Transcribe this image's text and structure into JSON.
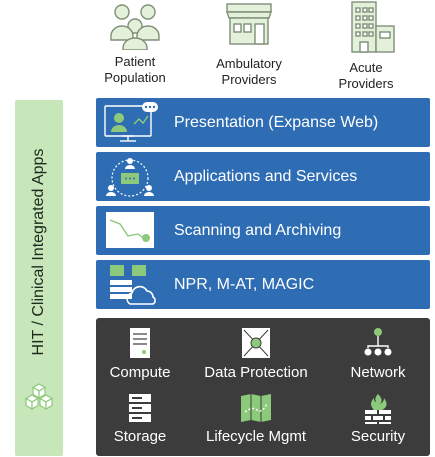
{
  "top": {
    "patient": "Patient\nPopulation",
    "ambulatory": "Ambulatory\nProviders",
    "acute": "Acute\nProviders"
  },
  "sidebar": {
    "label": "HIT / Clinical Integrated Apps"
  },
  "layers": [
    {
      "label": "Presentation (Expanse Web)"
    },
    {
      "label": "Applications and Services"
    },
    {
      "label": "Scanning and Archiving"
    },
    {
      "label": "NPR, M-AT, MAGIC"
    }
  ],
  "infra": {
    "compute": "Compute",
    "data_protection": "Data Protection",
    "network": "Network",
    "storage": "Storage",
    "lifecycle": "Lifecycle Mgmt",
    "security": "Security"
  },
  "colors": {
    "layer_blue": "#2e6db3",
    "sidebar_green": "#c7e6b9",
    "infra_dark": "#3c3c3c",
    "icon_green": "#8dc97a"
  }
}
